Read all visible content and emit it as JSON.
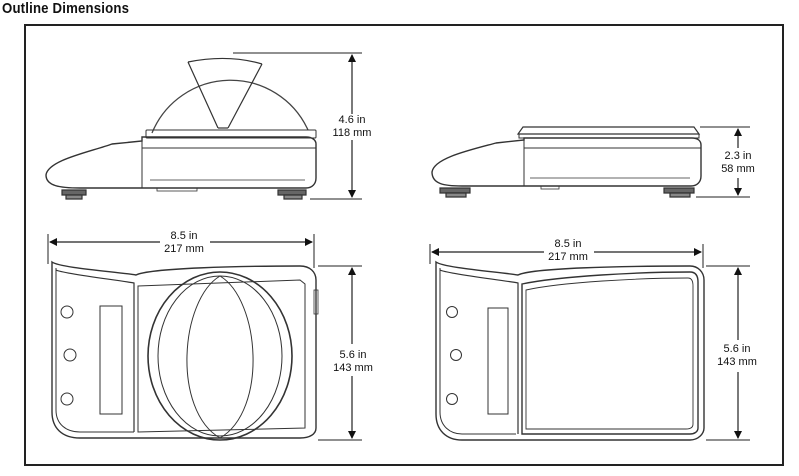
{
  "title": "Outline Dimensions",
  "views": {
    "side_open": {
      "height_in": "4.6 in",
      "height_mm": "118 mm"
    },
    "side_closed": {
      "height_in": "2.3 in",
      "height_mm": "58 mm"
    },
    "top_open": {
      "width_in": "8.5 in",
      "width_mm": "217 mm",
      "depth_in": "5.6 in",
      "depth_mm": "143 mm"
    },
    "top_closed": {
      "width_in": "8.5 in",
      "width_mm": "217 mm",
      "depth_in": "5.6 in",
      "depth_mm": "143 mm"
    }
  }
}
